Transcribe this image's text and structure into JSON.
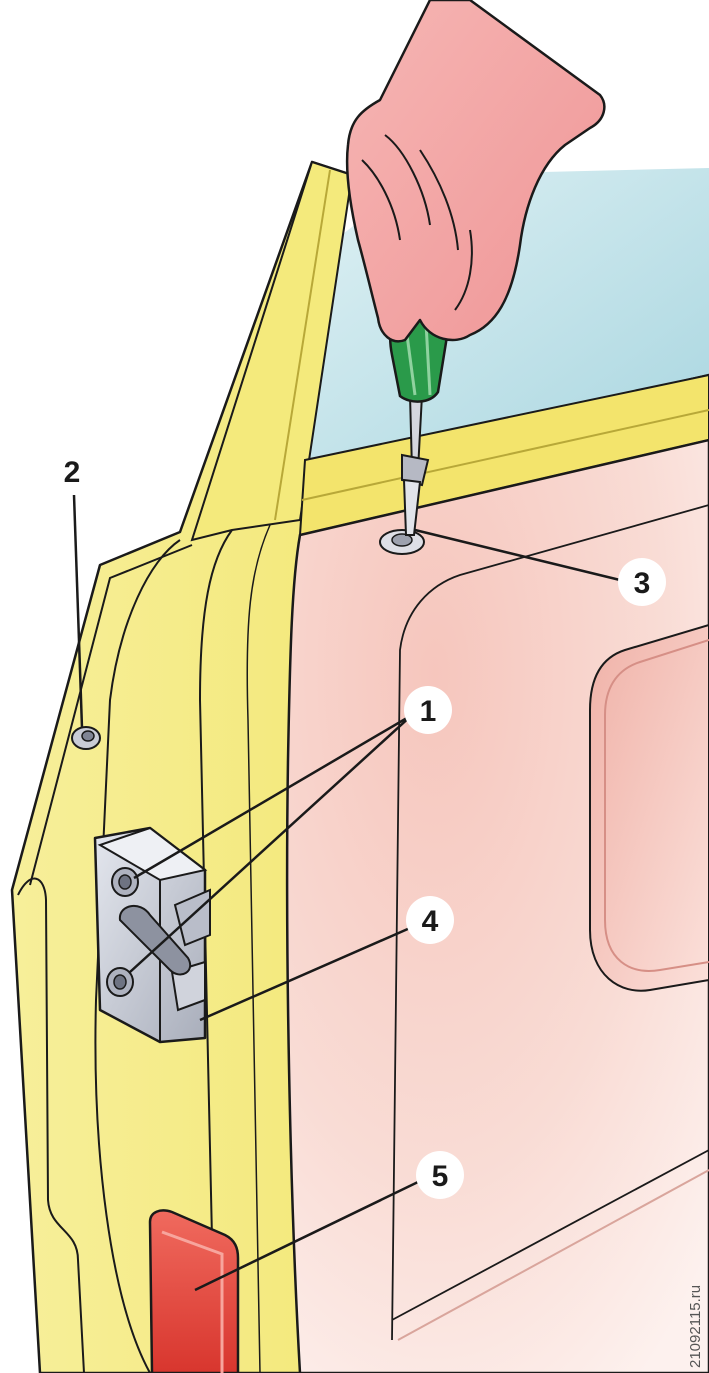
{
  "callouts": {
    "c1": "1",
    "c2": "2",
    "c3": "3",
    "c4": "4",
    "c5": "5"
  },
  "watermark": "21092115.ru",
  "colors": {
    "door_frame": "#f4ec84",
    "door_frame_edge": "#b8a838",
    "trim_panel": "#f7cfc6",
    "glass": "#bfe2ea",
    "hand": "#f2a3a3",
    "screwdriver_handle": "#2a9a4a",
    "lock_plate": "#c9cdd8",
    "reflector": "#e2443b",
    "callout_circle": "#ffffff",
    "outline": "#1a1a1a"
  },
  "icons": {
    "hand": "hand-icon",
    "screwdriver": "screwdriver-icon",
    "lock": "door-lock-icon",
    "reflector": "reflector-icon",
    "screw": "screw-icon"
  }
}
